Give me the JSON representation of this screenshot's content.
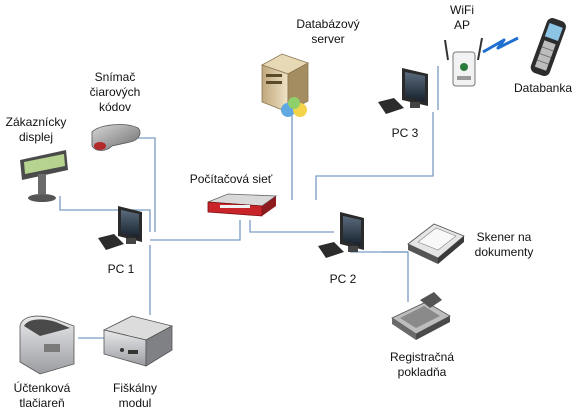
{
  "colors": {
    "cable": "#7a9cc4",
    "wireless": "#1f6fd1",
    "router_red": "#c8242a"
  },
  "labels": {
    "database_server": "Databázový\nserver",
    "wifi_ap": "WiFi\nAP",
    "databanka": "Databanka",
    "barcode_scanner": "Snímač\nčiarových\nkódov",
    "customer_display": "Zákaznícky\ndisplej",
    "network": "Počítačová sieť",
    "pc1": "PC 1",
    "pc2": "PC 2",
    "pc3": "PC 3",
    "document_scanner": "Skener na\ndokumenty",
    "cash_register": "Registračná\npokladňa",
    "receipt_printer": "Účtenková\ntlačiareň",
    "fiscal_module": "Fiškálny\nmodul"
  },
  "icons": {
    "server": "server-icon",
    "access_point": "wifi-access-point-icon",
    "handheld": "handheld-terminal-icon",
    "scanner": "barcode-scanner-icon",
    "display": "customer-display-icon",
    "router": "router-icon",
    "pc": "computer-icon",
    "doc_scanner": "document-scanner-icon",
    "register": "cash-register-icon",
    "printer": "receipt-printer-icon",
    "fiscal": "fiscal-module-icon"
  }
}
